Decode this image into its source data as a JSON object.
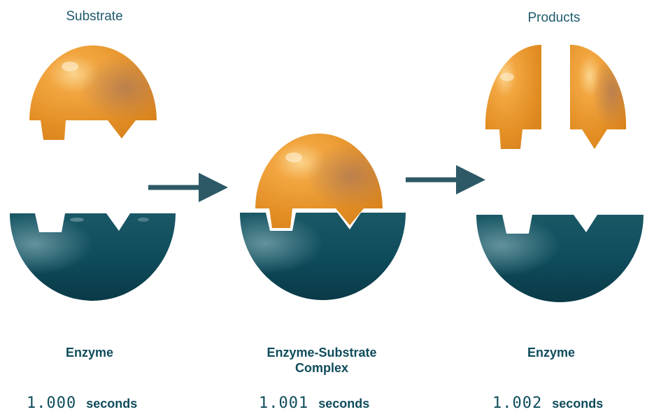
{
  "labels": {
    "substrate": "Substrate",
    "products": "Products",
    "enzyme_left": "Enzyme",
    "complex": "Enzyme-Substrate\nComplex",
    "enzyme_right": "Enzyme"
  },
  "timers": [
    {
      "value": "1.000",
      "unit": "seconds"
    },
    {
      "value": "1.001",
      "unit": "seconds"
    },
    {
      "value": "1.002",
      "unit": "seconds"
    }
  ],
  "colors": {
    "substrate": "#e8952a",
    "enzyme": "#0f4c5c",
    "text": "#0f4c5c",
    "arrow": "#2d5966"
  }
}
